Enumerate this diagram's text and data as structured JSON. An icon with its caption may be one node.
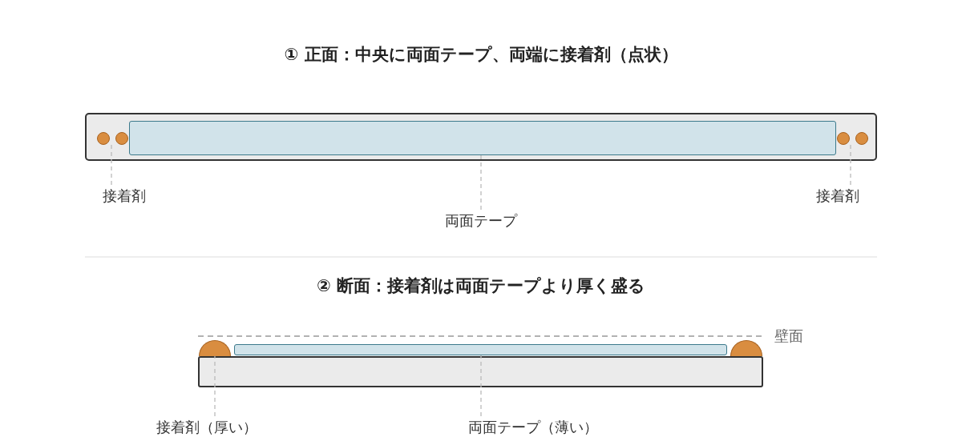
{
  "diagram": {
    "nodes": [
      {
        "text": [],
        "shape": "bar"
      },
      {
        "text": [],
        "shape": "box",
        "in": 0
      },
      {
        "text": [],
        "shape": "circle",
        "in": 0
      },
      {
        "text": [],
        "shape": "circle",
        "in": 0
      },
      {
        "text": [],
        "shape": "circle",
        "in": 0
      },
      {
        "text": [],
        "shape": "circle",
        "in": 0
      },
      {
        "text": [
          "接着剤"
        ]
      },
      {
        "text": [
          "接着剤"
        ]
      },
      {
        "text": [
          "両面テープ"
        ]
      },
      {
        "text": [],
        "shape": "box"
      },
      {
        "text": [],
        "shape": "box"
      },
      {
        "text": [],
        "shape": "circle"
      },
      {
        "text": [],
        "shape": "circle"
      },
      {
        "text": [
          "接着剤（厚い）"
        ]
      },
      {
        "text": [
          "両面テープ（薄い）"
        ]
      }
    ],
    "edges": [
      {
        "from": 6,
        "to": 2,
        "arrow": "none",
        "style": "dashed"
      },
      {
        "from": 7,
        "to": 4,
        "arrow": "none",
        "style": "dashed"
      },
      {
        "from": 8,
        "to": 1,
        "arrow": "none",
        "style": "dashed"
      },
      {
        "from": 13,
        "to": 11,
        "arrow": "none",
        "style": "dashed"
      },
      {
        "from": 14,
        "to": 9,
        "arrow": "none",
        "style": "dashed"
      }
    ],
    "labels": [
      "① 正面：中央に両面テープ、両端に接着剤（点状）",
      "② 断面：接着剤は両面テープより厚く盛る",
      "壁面"
    ]
  }
}
